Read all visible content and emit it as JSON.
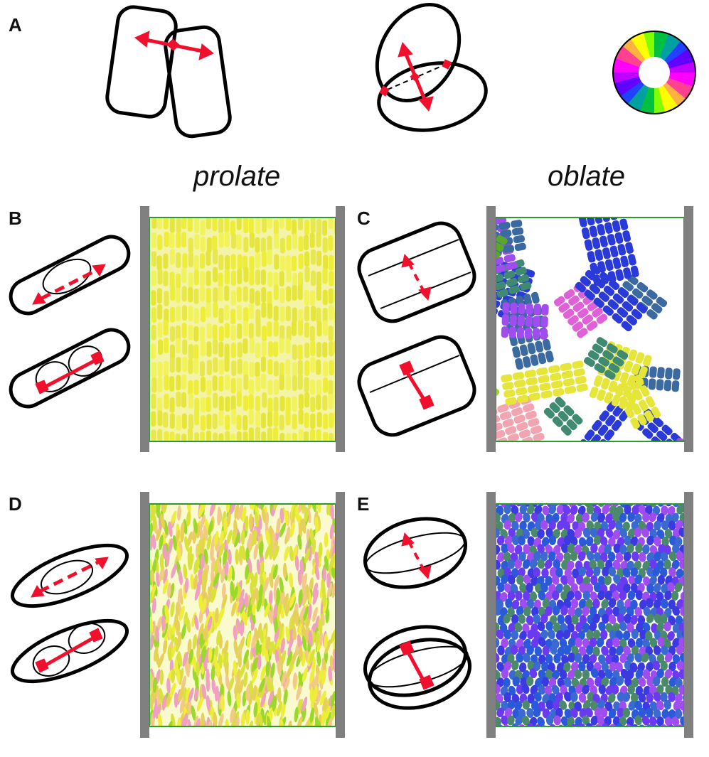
{
  "panels": {
    "a": "A",
    "b": "B",
    "c": "C",
    "d": "D",
    "e": "E"
  },
  "columns": {
    "prolate": "prolate",
    "oblate": "oblate"
  },
  "colors": {
    "arrow_red": "#f0102e",
    "outline": "#000000",
    "wall_gray": "#808080",
    "box_green": "#2e9a2e",
    "prolate_yellow": "#eded3a",
    "palette_b": [
      "#eded3a",
      "#e6e63a",
      "#f2f25a",
      "#e8e84a"
    ],
    "palette_c": [
      "#2a3ad8",
      "#a04df0",
      "#5aa82a",
      "#3f8a70",
      "#e060d8",
      "#f2a4b0",
      "#9ad82a",
      "#3a6aa0",
      "#e6e63a"
    ],
    "palette_d": [
      "#eded3a",
      "#f2c98a",
      "#d8e23a",
      "#f0a0c0",
      "#9ad82a",
      "#e6d05a"
    ],
    "palette_e": [
      "#3a3ae0",
      "#6a3af0",
      "#2a5ad8",
      "#4a8a6a",
      "#a04df0",
      "#3a6acf"
    ]
  },
  "icons": {
    "color_wheel": "orientation-color-wheel-icon"
  }
}
